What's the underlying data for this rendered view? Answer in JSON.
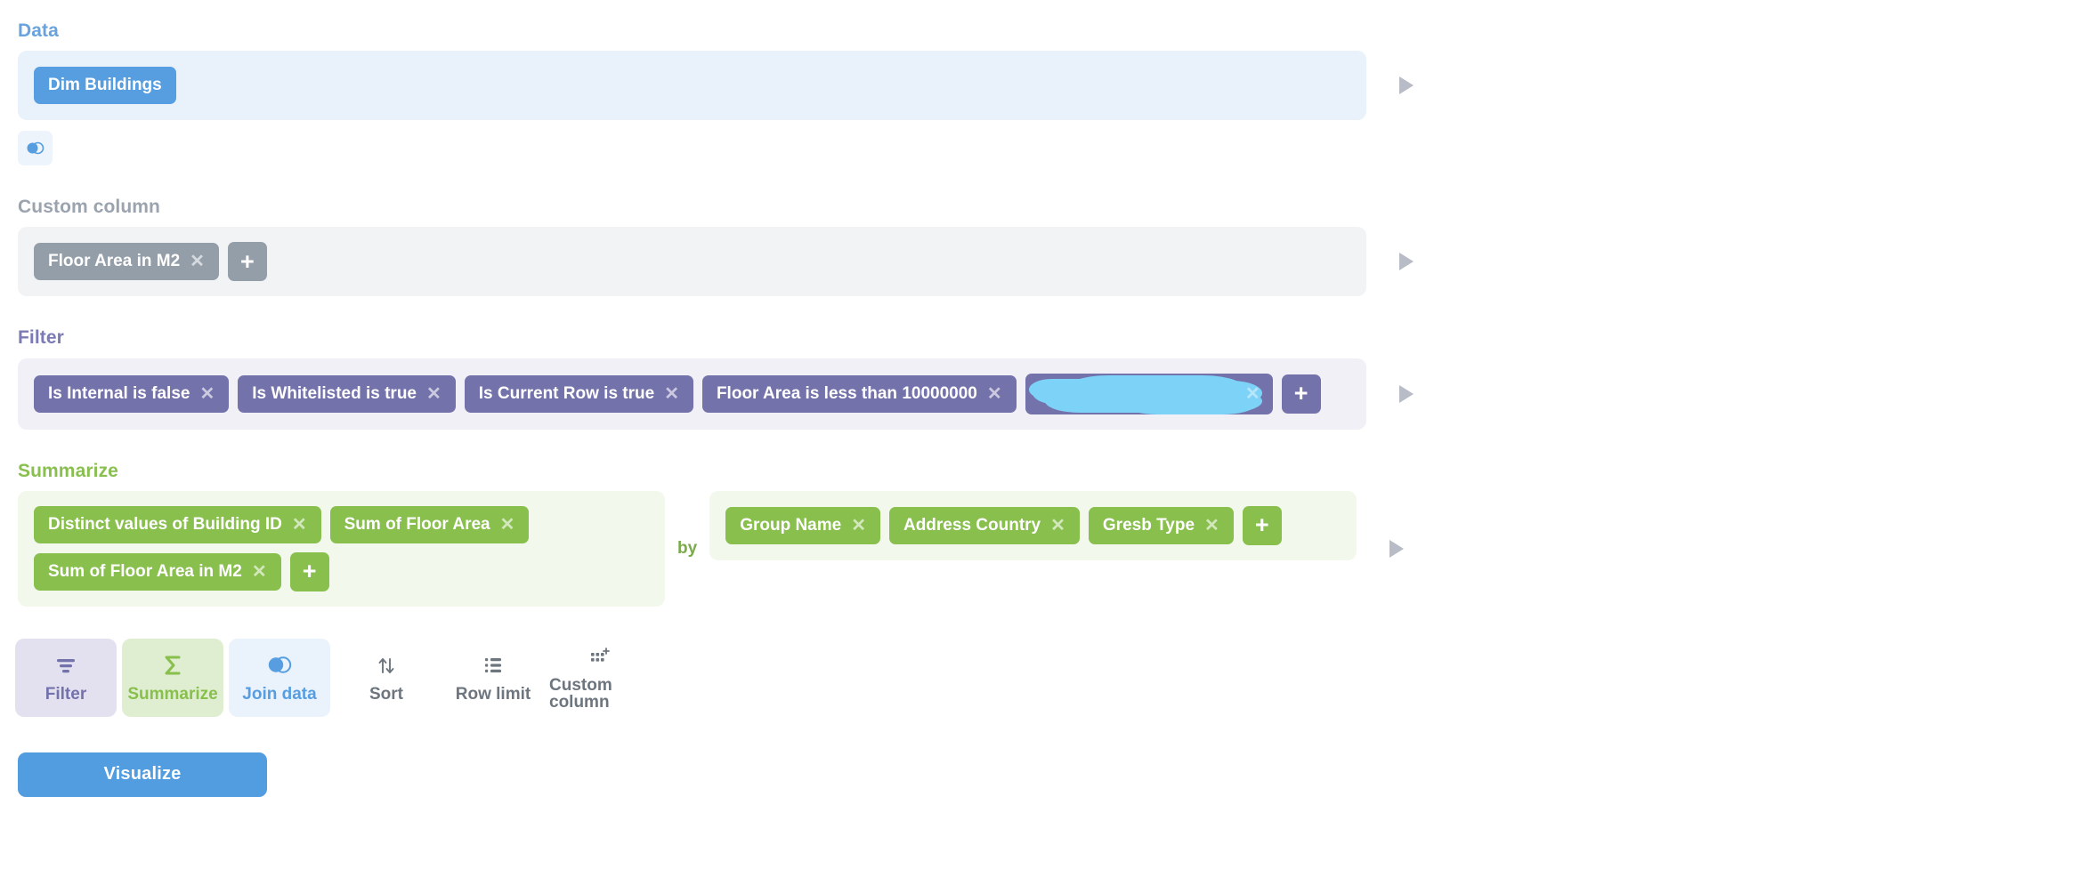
{
  "sections": {
    "data": {
      "label": "Data",
      "source_chip": "Dim Buildings",
      "join_icon": "venn-join-icon",
      "preview_icon": "play-triangle-icon"
    },
    "custom_column": {
      "label": "Custom column",
      "chips": [
        "Floor Area in M2"
      ],
      "add_label": "+",
      "preview_icon": "play-triangle-icon"
    },
    "filter": {
      "label": "Filter",
      "chips": [
        "Is Internal is false",
        "Is Whitelisted is true",
        "Is Current Row is true",
        "Floor Area is less than 10000000"
      ],
      "redacted_chip": "",
      "add_label": "+",
      "preview_icon": "play-triangle-icon"
    },
    "summarize": {
      "label": "Summarize",
      "metrics": [
        "Distinct values of Building ID",
        "Sum of Floor Area",
        "Sum of Floor Area in M2"
      ],
      "by_label": "by",
      "breakouts": [
        "Group Name",
        "Address Country",
        "Gresb Type"
      ],
      "add_metric_label": "+",
      "add_breakout_label": "+",
      "preview_icon": "play-triangle-icon"
    }
  },
  "action_bar": {
    "buttons": [
      {
        "label": "Filter",
        "icon": "filter-funnel-icon"
      },
      {
        "label": "Summarize",
        "icon": "sigma-icon"
      },
      {
        "label": "Join data",
        "icon": "venn-join-icon"
      },
      {
        "label": "Sort",
        "icon": "sort-arrows-icon"
      },
      {
        "label": "Row limit",
        "icon": "list-icon"
      },
      {
        "label": "Custom column",
        "icon": "grid-plus-icon"
      }
    ]
  },
  "visualize": {
    "label": "Visualize"
  },
  "colors": {
    "data_accent": "#569ee0",
    "custom_accent": "#949ea8",
    "filter_accent": "#7472ab",
    "summarize_accent": "#88bf4d",
    "redaction": "#7dd2f7",
    "visualize_button": "#529ce0"
  }
}
